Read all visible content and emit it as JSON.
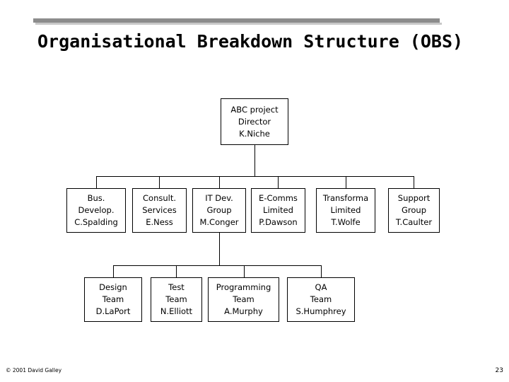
{
  "slide": {
    "title": "Organisational Breakdown Structure (OBS)",
    "footer_left": "© 2001 David Galley",
    "page_number": "23"
  },
  "chart_data": {
    "type": "diagram",
    "title": "Organisational Breakdown Structure (OBS)",
    "nodes": [
      {
        "id": "director",
        "level": 0,
        "lines": [
          "ABC project",
          "Director",
          "K.Niche"
        ]
      },
      {
        "id": "bus-develop",
        "level": 1,
        "lines": [
          "Bus.",
          "Develop.",
          "C.Spalding"
        ]
      },
      {
        "id": "consult-services",
        "level": 1,
        "lines": [
          "Consult.",
          "Services",
          "E.Ness"
        ]
      },
      {
        "id": "it-dev-group",
        "level": 1,
        "lines": [
          "IT Dev.",
          "Group",
          "M.Conger"
        ]
      },
      {
        "id": "e-comms-limited",
        "level": 1,
        "lines": [
          "E-Comms",
          "Limited",
          "P.Dawson"
        ]
      },
      {
        "id": "transforma-limited",
        "level": 1,
        "lines": [
          "Transforma",
          "Limited",
          "T.Wolfe"
        ]
      },
      {
        "id": "support-group",
        "level": 1,
        "lines": [
          "Support",
          "Group",
          "T.Caulter"
        ]
      },
      {
        "id": "design-team",
        "level": 2,
        "lines": [
          "Design",
          "Team",
          "D.LaPort"
        ]
      },
      {
        "id": "test-team",
        "level": 2,
        "lines": [
          "Test",
          "Team",
          "N.Elliott"
        ]
      },
      {
        "id": "programming-team",
        "level": 2,
        "lines": [
          "Programming",
          "Team",
          "A.Murphy"
        ]
      },
      {
        "id": "qa-team",
        "level": 2,
        "lines": [
          "QA",
          "Team",
          "S.Humphrey"
        ]
      }
    ],
    "edges": [
      {
        "from": "director",
        "to": "bus-develop"
      },
      {
        "from": "director",
        "to": "consult-services"
      },
      {
        "from": "director",
        "to": "it-dev-group"
      },
      {
        "from": "director",
        "to": "e-comms-limited"
      },
      {
        "from": "director",
        "to": "transforma-limited"
      },
      {
        "from": "director",
        "to": "support-group"
      },
      {
        "from": "it-dev-group",
        "to": "design-team"
      },
      {
        "from": "it-dev-group",
        "to": "test-team"
      },
      {
        "from": "it-dev-group",
        "to": "programming-team"
      },
      {
        "from": "it-dev-group",
        "to": "qa-team"
      }
    ]
  }
}
